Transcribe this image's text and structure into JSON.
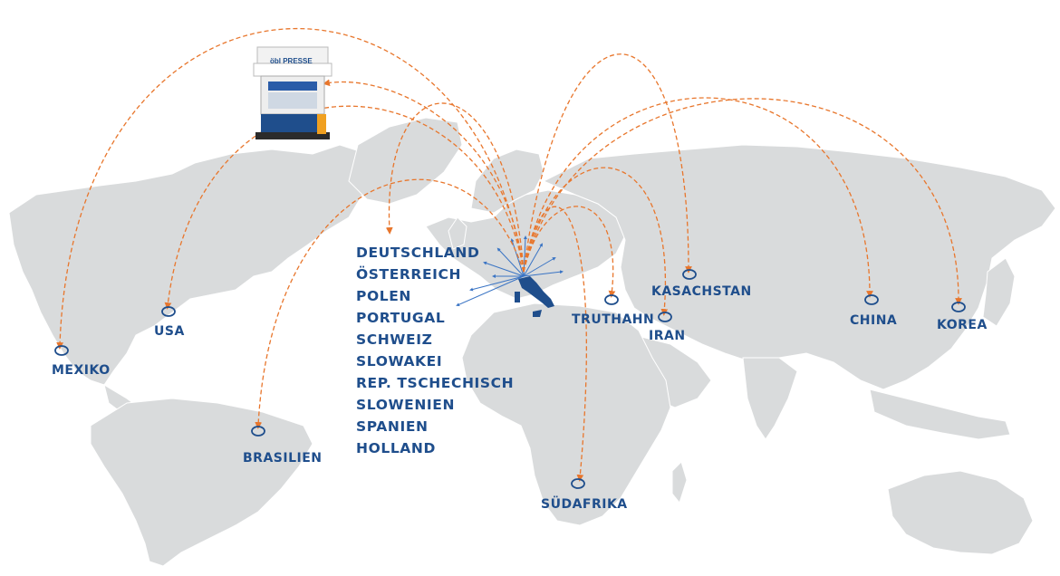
{
  "colors": {
    "land": "#d9dbdc",
    "arc": "#e8762c",
    "marker": "#1f4e8c",
    "arrow": "#3a74c4",
    "italy": "#1f4e8c"
  },
  "press_logo": "öbl PRESSE",
  "europe_countries": [
    "DEUTSCHLAND",
    "ÖSTERREICH",
    "POLEN",
    "PORTUGAL",
    "SCHWEIZ",
    "SLOWAKEI",
    "REP. TSCHECHISCH",
    "SLOWENIEN",
    "SPANIEN",
    "HOLLAND"
  ],
  "destinations": [
    {
      "key": "mexiko",
      "label": "MEXIKO"
    },
    {
      "key": "usa",
      "label": "USA"
    },
    {
      "key": "brasilien",
      "label": "BRASILIEN"
    },
    {
      "key": "suedafrika",
      "label": "SÜDAFRIKA"
    },
    {
      "key": "truthahn",
      "label": "TRUTHAHN"
    },
    {
      "key": "iran",
      "label": "IRAN"
    },
    {
      "key": "kasachstan",
      "label": "KASACHSTAN"
    },
    {
      "key": "china",
      "label": "CHINA"
    },
    {
      "key": "korea",
      "label": "KOREA"
    }
  ]
}
